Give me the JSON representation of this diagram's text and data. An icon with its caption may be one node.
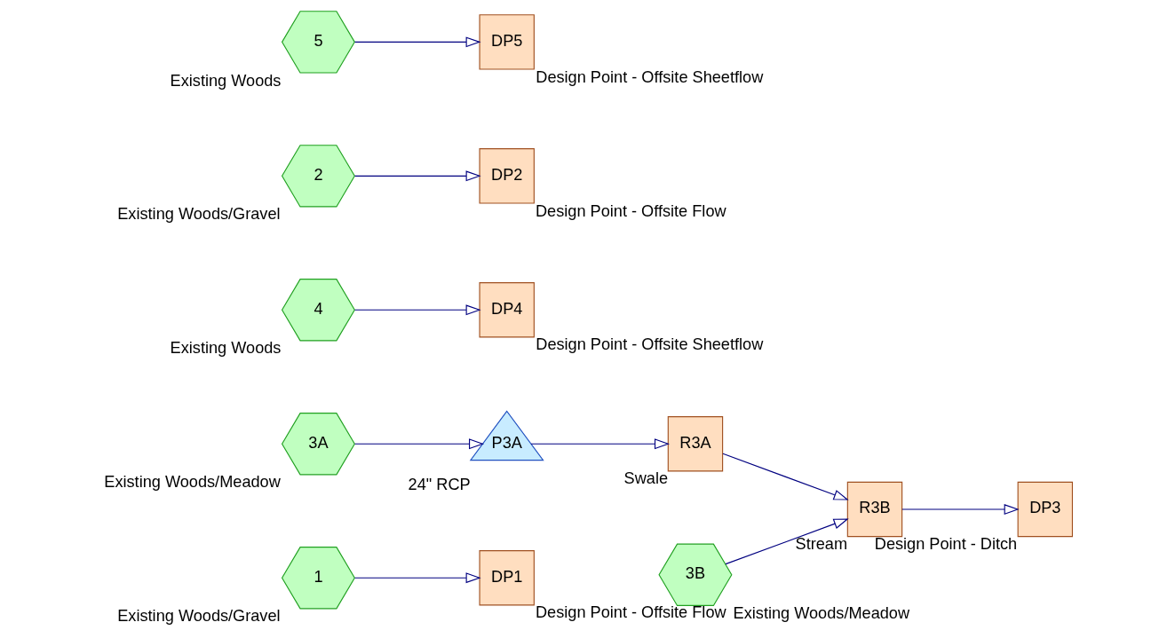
{
  "diagram": {
    "nodes": [
      {
        "text": [
          "DP1"
        ],
        "beside": [
          "Design Point - Offsite Flow"
        ]
      },
      {
        "text": [
          "1"
        ],
        "beside": [
          "Existing Woods/Gravel"
        ]
      },
      {
        "text": [
          "3A"
        ],
        "beside": [
          "Existing Woods/Meadow"
        ]
      },
      {
        "text": [
          "DP4"
        ],
        "beside": [
          "Design Point - Offsite Sheetflow"
        ]
      },
      {
        "text": [
          "4"
        ],
        "beside": [
          "Existing Woods"
        ]
      },
      {
        "text": [
          "DP2"
        ],
        "beside": [
          "Design Point - Offsite Flow"
        ]
      },
      {
        "text": [
          "2"
        ],
        "beside": [
          "Existing Woods/Gravel"
        ]
      },
      {
        "text": [
          "P3A"
        ],
        "beside": [
          "24\" RCP"
        ]
      },
      {
        "text": [
          "3B"
        ],
        "beside": [
          "Existing Woods/Meadow"
        ]
      },
      {
        "text": [
          "5"
        ],
        "beside": [
          "Existing Woods"
        ]
      },
      {
        "text": [
          "DP5"
        ],
        "beside": [
          "Design Point - Offsite Sheetflow"
        ]
      },
      {
        "text": [
          "R3A"
        ],
        "beside": [
          "Swale"
        ]
      },
      {
        "text": [
          "R3B"
        ],
        "beside": [
          "Stream"
        ]
      },
      {
        "text": [
          "DP3"
        ],
        "beside": [
          "Design Point - Ditch"
        ]
      }
    ],
    "edges": [
      {
        "from": 1,
        "to": 0,
        "arrow": "to"
      },
      {
        "from": 2,
        "to": 7,
        "arrow": "to"
      },
      {
        "from": 4,
        "to": 3,
        "arrow": "to"
      },
      {
        "from": 6,
        "to": 5,
        "arrow": "to"
      },
      {
        "from": 7,
        "to": 11,
        "arrow": "to"
      },
      {
        "from": 9,
        "to": 10,
        "arrow": "to"
      },
      {
        "from": 8,
        "to": 12,
        "arrow": "to"
      },
      {
        "from": 11,
        "to": 12,
        "arrow": "to"
      },
      {
        "from": 12,
        "to": 13,
        "arrow": "to"
      }
    ]
  }
}
